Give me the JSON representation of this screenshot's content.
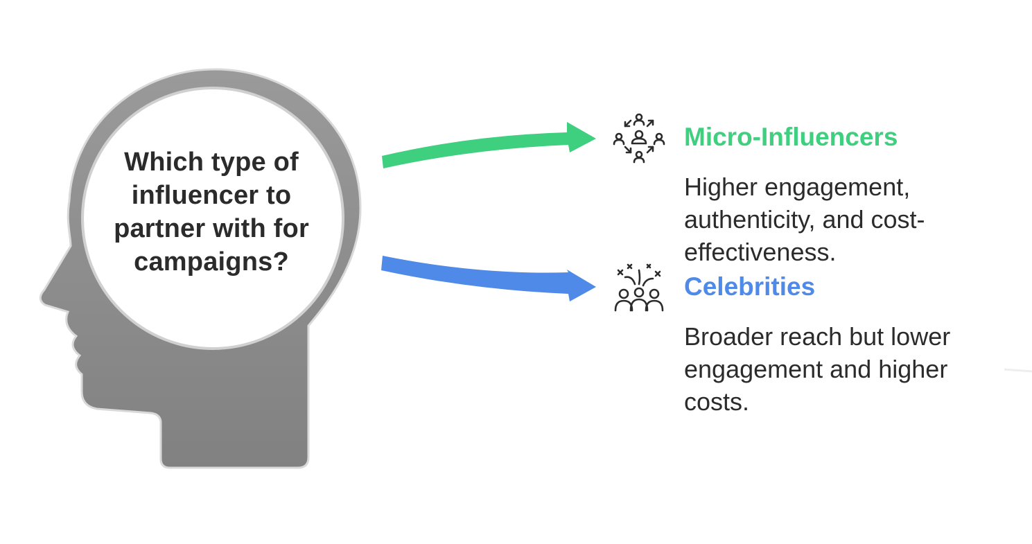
{
  "question": {
    "lines": [
      "Which type of",
      "influencer to",
      "partner with for",
      "campaigns?"
    ]
  },
  "options": [
    {
      "title": "Micro-Influencers",
      "description": "Higher engagement, authenticity, and cost-effectiveness.",
      "color": "#3ecf7f",
      "icon": "community-network-icon"
    },
    {
      "title": "Celebrities",
      "description": "Broader reach but lower engagement and higher costs.",
      "color": "#4f8ae8",
      "icon": "celebrity-crowd-icon"
    }
  ],
  "colors": {
    "head": "#8e8e8e",
    "head_outline": "#d9d9d9",
    "text": "#2b2b2b"
  }
}
